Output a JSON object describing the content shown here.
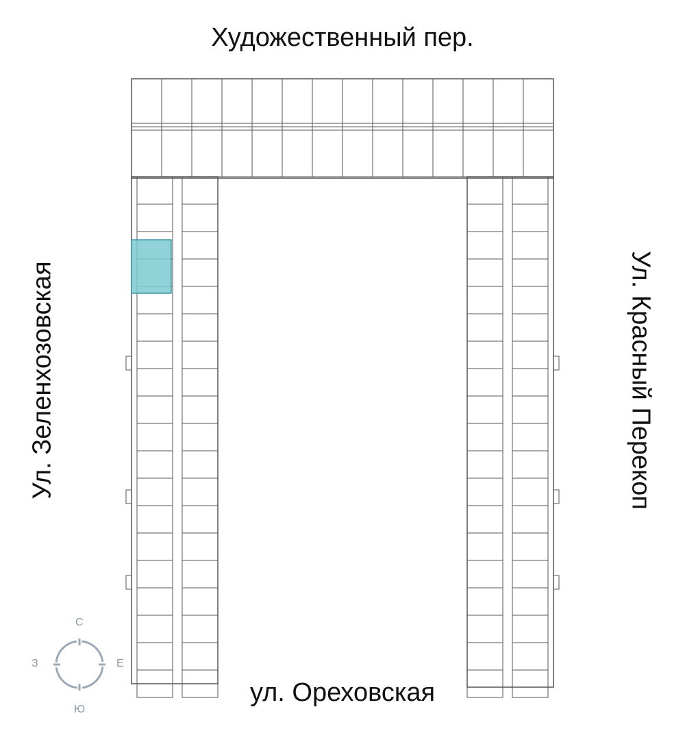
{
  "streets": {
    "north": "Художественный пер.",
    "south": "ул. Ореховская",
    "west": "Ул. Зеленхозовская",
    "east": "Ул. Красный Перекоп"
  },
  "compass": {
    "north": "С",
    "south": "Ю",
    "west": "З",
    "east": "Е"
  },
  "colors": {
    "highlight": "#7ccad0",
    "highlight_border": "#3a9aa3",
    "walls": "#555555",
    "compass": "#9aa8b8"
  }
}
